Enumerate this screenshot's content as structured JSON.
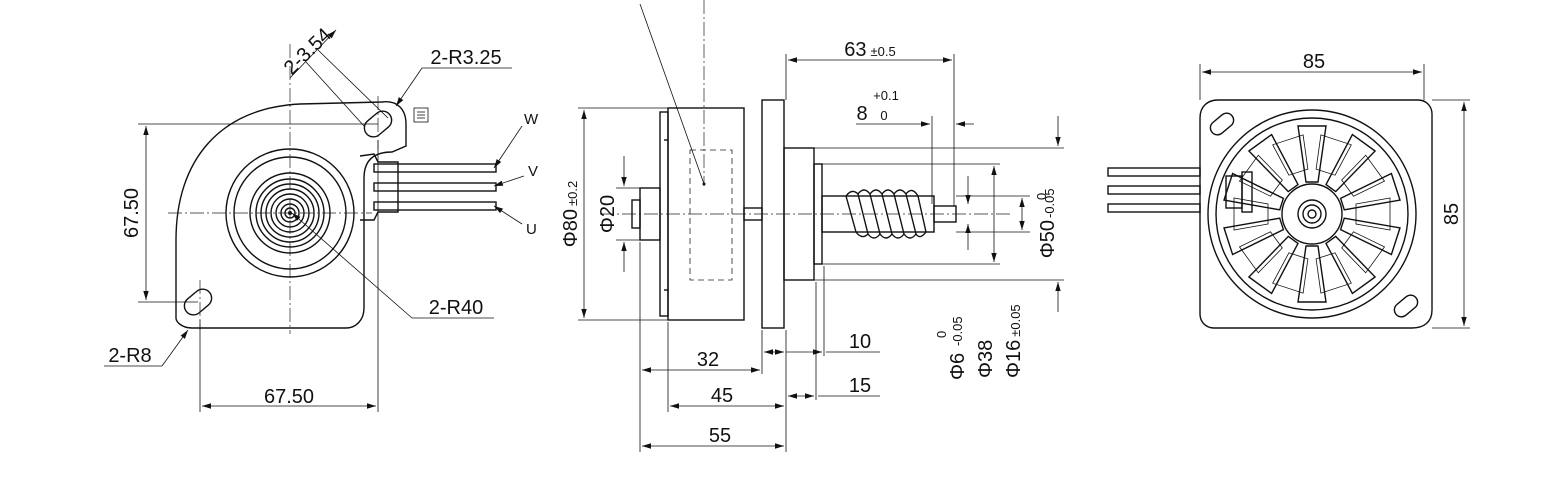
{
  "front_view": {
    "dim_slot_width": "2-3.54",
    "dim_corner_radius": "2-R3.25",
    "dim_height": "67.50",
    "dim_width": "67.50",
    "dim_hole_radius": "2-R8",
    "dim_body_radius": "2-R40",
    "wire_w": "W",
    "wire_v": "V",
    "wire_u": "U"
  },
  "side_view": {
    "dim_flange_dia_prefix": "Φ",
    "dim_flange_dia": "80",
    "dim_flange_dia_tol": "±0.2",
    "dim_hub_dia_prefix": "Φ",
    "dim_hub_dia": "20",
    "dim_shaft_len": "63",
    "dim_shaft_len_tol": "±0.5",
    "dim_flat_len": "8",
    "dim_flat_len_tol_upper": "+0.1",
    "dim_flat_len_tol_lower": "0",
    "dim_boss_dia_prefix": "Φ",
    "dim_boss_dia": "50",
    "dim_boss_dia_tol_upper": "0",
    "dim_boss_dia_tol_lower": "-0.05",
    "dim_shaft_dia_prefix": "Φ",
    "dim_shaft_dia": "6",
    "dim_shaft_dia_tol_upper": "0",
    "dim_shaft_dia_tol_lower": "-0.05",
    "dim_gear_dia_prefix": "Φ",
    "dim_gear_dia": "38",
    "dim_core_dia_prefix": "Φ",
    "dim_core_dia": "16",
    "dim_core_dia_tol": "±0.05",
    "dim_10": "10",
    "dim_15": "15",
    "dim_32": "32",
    "dim_45": "45",
    "dim_55": "55"
  },
  "rear_view": {
    "dim_width": "85",
    "dim_height": "85"
  }
}
